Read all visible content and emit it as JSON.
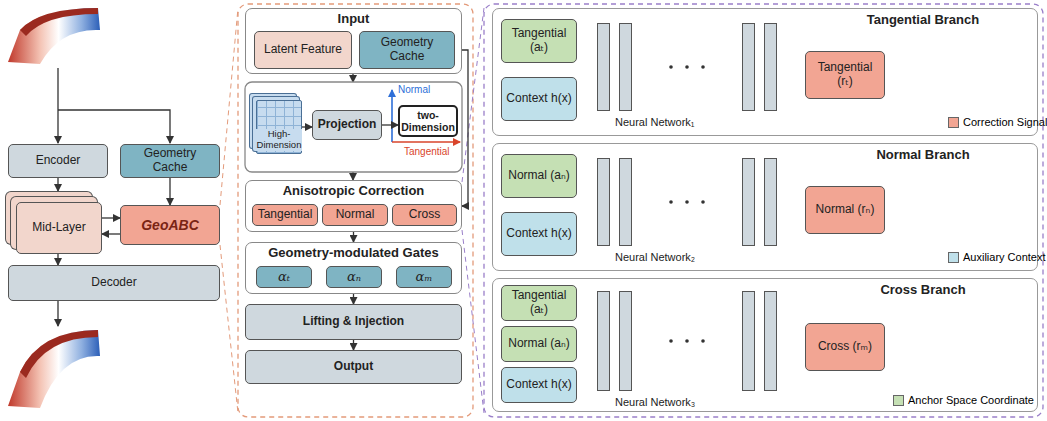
{
  "diagram": {
    "nodes": [
      {
        "text": [
          "Encoder"
        ]
      },
      {
        "text": [
          "Geometry Cache"
        ]
      },
      {
        "text": [
          "Mid-Layer"
        ]
      },
      {
        "text": [
          "GeoABC"
        ]
      },
      {
        "text": [
          "Decoder"
        ]
      },
      {
        "text": [
          "Input"
        ]
      },
      {
        "text": [
          "Latent Feature"
        ],
        "in": 5
      },
      {
        "text": [
          "Geometry Cache"
        ],
        "in": 5
      },
      {
        "text": [
          "High-Dimension"
        ]
      },
      {
        "text": [
          "Projection"
        ]
      },
      {
        "text": [
          "two-Dimension"
        ]
      },
      {
        "text": [
          "Anisotropic Correction"
        ]
      },
      {
        "text": [
          "Tangential"
        ],
        "in": 11
      },
      {
        "text": [
          "Normal"
        ],
        "in": 11
      },
      {
        "text": [
          "Cross"
        ],
        "in": 11
      },
      {
        "text": [
          "Geometry-modulated Gates"
        ]
      },
      {
        "text": [
          "αₜ"
        ],
        "in": 15
      },
      {
        "text": [
          "αₙ"
        ],
        "in": 15
      },
      {
        "text": [
          "αₘ"
        ],
        "in": 15
      },
      {
        "text": [
          "Lifting & Injection"
        ]
      },
      {
        "text": [
          "Output"
        ]
      },
      {
        "text": [
          "Tangential Branch"
        ]
      },
      {
        "text": [
          "Tangential (aₜ)"
        ],
        "in": 21
      },
      {
        "text": [
          "Context h(x)"
        ],
        "in": 21
      },
      {
        "text": [
          "Neural Network₁"
        ],
        "in": 21
      },
      {
        "text": [
          "Tangential (rₜ)"
        ],
        "in": 21
      },
      {
        "text": [
          "Normal Branch"
        ]
      },
      {
        "text": [
          "Normal (aₙ)"
        ],
        "in": 26
      },
      {
        "text": [
          "Context h(x)"
        ],
        "in": 26
      },
      {
        "text": [
          "Neural Network₂"
        ],
        "in": 26
      },
      {
        "text": [
          "Normal (rₙ)"
        ],
        "in": 26
      },
      {
        "text": [
          "Cross Branch"
        ]
      },
      {
        "text": [
          "Tangential (aₜ)"
        ],
        "in": 31
      },
      {
        "text": [
          "Normal (aₙ)"
        ],
        "in": 31
      },
      {
        "text": [
          "Context h(x)"
        ],
        "in": 31
      },
      {
        "text": [
          "Neural Network₃"
        ],
        "in": 31
      },
      {
        "text": [
          "Cross (rₘ)"
        ],
        "in": 31
      }
    ],
    "edges": [
      {
        "from": 0,
        "to": 2,
        "arrow": "to"
      },
      {
        "from": 1,
        "to": 3,
        "arrow": "to"
      },
      {
        "from": 2,
        "to": 3,
        "arrow": "to"
      },
      {
        "from": 3,
        "to": 2,
        "arrow": "to"
      },
      {
        "from": 2,
        "to": 4,
        "arrow": "to"
      },
      {
        "from": 8,
        "to": 9,
        "arrow": "to"
      },
      {
        "from": 9,
        "to": 10,
        "arrow": "to"
      },
      {
        "from": 7,
        "to": 11,
        "arrow": "to"
      },
      {
        "from": 11,
        "to": 15,
        "arrow": "to"
      },
      {
        "from": 15,
        "to": 19,
        "arrow": "to"
      },
      {
        "from": 19,
        "to": 20,
        "arrow": "to"
      },
      {
        "from": 22,
        "to": 24,
        "arrow": "to"
      },
      {
        "from": 23,
        "to": 24,
        "arrow": "to"
      },
      {
        "from": 24,
        "to": 25,
        "arrow": "to"
      },
      {
        "from": 27,
        "to": 29,
        "arrow": "to"
      },
      {
        "from": 28,
        "to": 29,
        "arrow": "to"
      },
      {
        "from": 29,
        "to": 30,
        "arrow": "to"
      },
      {
        "from": 32,
        "to": 35,
        "arrow": "to"
      },
      {
        "from": 33,
        "to": 35,
        "arrow": "to"
      },
      {
        "from": 34,
        "to": 35,
        "arrow": "to"
      },
      {
        "from": 35,
        "to": 36,
        "arrow": "to"
      }
    ],
    "labels": [
      "Normal",
      "Tangential"
    ],
    "legend": [
      {
        "text": "Correction Signal",
        "color": "#f2a593"
      },
      {
        "text": "Auxiliary Context",
        "color": "#bfe0ea"
      },
      {
        "text": "Anchor Space Coordinate",
        "color": "#c5e0b4"
      }
    ]
  }
}
